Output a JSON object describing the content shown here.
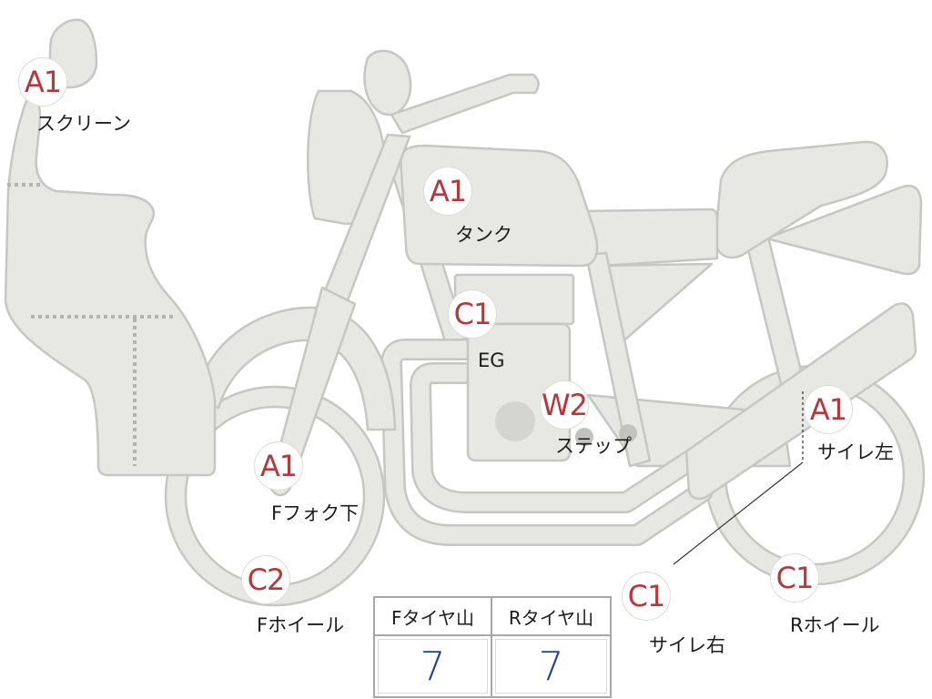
{
  "colors": {
    "grade_text": "#b5383d",
    "tread_value_text": "#22409a",
    "body_fill": "#e7e7e4",
    "body_outline": "#c6c6c2"
  },
  "parts": [
    {
      "grade": "A1",
      "label": "スクリーン"
    },
    {
      "grade": "A1",
      "label": "タンク"
    },
    {
      "grade": "C1",
      "label": "EG"
    },
    {
      "grade": "W2",
      "label": "ステップ"
    },
    {
      "grade": "A1",
      "label": "サイレ左"
    },
    {
      "grade": "A1",
      "label": "Fフォク下"
    },
    {
      "grade": "C2",
      "label": "Fホイール"
    },
    {
      "grade": "C1",
      "label": "サイレ右"
    },
    {
      "grade": "C1",
      "label": "Rホイール"
    }
  ],
  "tire_table": {
    "headers": [
      "Fタイヤ山",
      "Rタイヤ山"
    ],
    "values": [
      "7",
      "7"
    ]
  }
}
